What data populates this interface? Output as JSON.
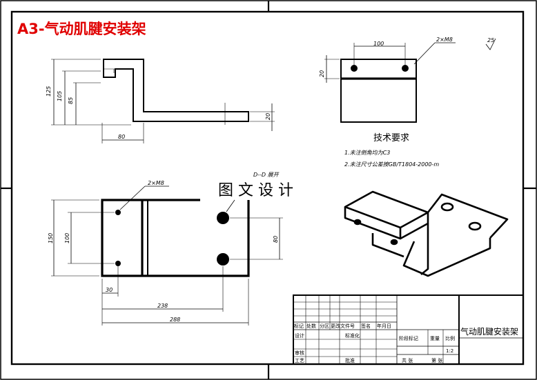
{
  "title": "A3-气动肌腱安装架",
  "watermark": "图 文 设 计",
  "roughness": "25",
  "tech_req": {
    "heading": "技术要求",
    "line1": "1.未注倒角均为C3",
    "line2": "2.未注尺寸公差按GB/T1804-2000-m"
  },
  "front_view": {
    "dim_125": "125",
    "dim_105": "105",
    "dim_85": "85",
    "dim_80": "80",
    "dim_20": "20"
  },
  "side_view": {
    "dim_100": "100",
    "dim_20": "20",
    "hole_label": "2×M8"
  },
  "top_view": {
    "section_label": "D--D 展开",
    "hole_label": "2×M8",
    "dim_150": "150",
    "dim_100": "100",
    "dim_80": "80",
    "dim_30": "30",
    "dim_238": "238",
    "dim_288": "288"
  },
  "title_block": {
    "part_name": "气动肌腱安装架",
    "scale": "1:2",
    "labels": [
      "标记",
      "处数",
      "分区",
      "更改文件号",
      "签名",
      "年月日",
      "设计",
      "标准化",
      "阶段标记",
      "重量",
      "比例",
      "审核",
      "工艺",
      "批准",
      "共 张",
      "第 张"
    ]
  }
}
